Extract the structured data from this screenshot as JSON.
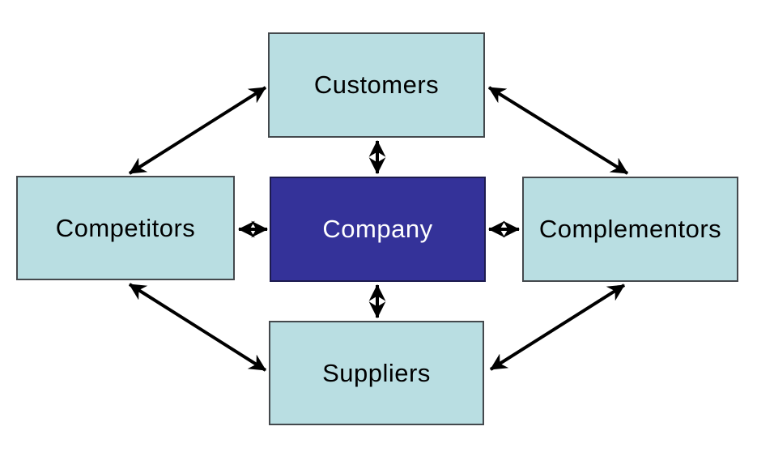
{
  "diagram": {
    "name": "value-net-diagram",
    "nodes": [
      {
        "id": "customers",
        "label": "Customers",
        "fill": "#b9dee2",
        "text_color": "#000000"
      },
      {
        "id": "competitors",
        "label": "Competitors",
        "fill": "#b9dee2",
        "text_color": "#000000"
      },
      {
        "id": "company",
        "label": "Company",
        "fill": "#343299",
        "text_color": "#ffffff"
      },
      {
        "id": "complementors",
        "label": "Complementors",
        "fill": "#b9dee2",
        "text_color": "#000000"
      },
      {
        "id": "suppliers",
        "label": "Suppliers",
        "fill": "#b9dee2",
        "text_color": "#000000"
      }
    ],
    "edges": [
      {
        "from": "competitors",
        "to": "customers",
        "style": "double-arrow"
      },
      {
        "from": "customers",
        "to": "complementors",
        "style": "double-arrow"
      },
      {
        "from": "competitors",
        "to": "suppliers",
        "style": "double-arrow"
      },
      {
        "from": "suppliers",
        "to": "complementors",
        "style": "double-arrow"
      },
      {
        "from": "customers",
        "to": "company",
        "style": "double-arrow"
      },
      {
        "from": "company",
        "to": "suppliers",
        "style": "double-arrow"
      },
      {
        "from": "competitors",
        "to": "company",
        "style": "double-arrow"
      },
      {
        "from": "company",
        "to": "complementors",
        "style": "double-arrow"
      }
    ],
    "colors": {
      "background": "#ffffff",
      "node_fill": "#b9dee2",
      "node_border": "#44494d",
      "company_fill": "#343299",
      "company_text": "#ffffff",
      "arrow": "#000000"
    }
  }
}
